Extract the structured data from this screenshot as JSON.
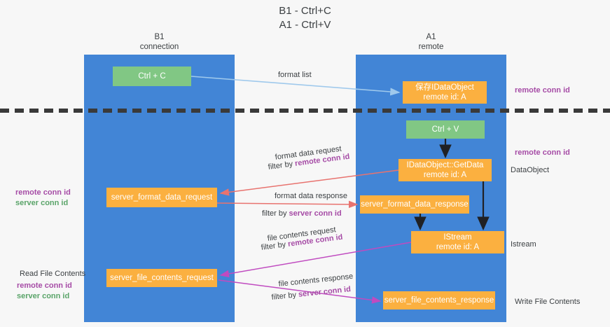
{
  "title": {
    "line1": "B1 - Ctrl+C",
    "line2": "A1 - Ctrl+V"
  },
  "columns": [
    {
      "name": "B1",
      "role": "connection"
    },
    {
      "name": "A1",
      "role": "remote"
    }
  ],
  "nodes": {
    "ctrl_c": {
      "label": "Ctrl + C",
      "color": "#81c784"
    },
    "save_idataobject": {
      "line1": "保存IDataObject",
      "line2": "remote id: A",
      "color": "#fbb040"
    },
    "ctrl_v": {
      "label": "Ctrl + V",
      "color": "#81c784"
    },
    "getdata": {
      "line1": "IDataObject::GetData",
      "line2": "remote id: A",
      "color": "#fbb040"
    },
    "server_format_data_request": {
      "label": "server_format_data_request",
      "color": "#fbb040"
    },
    "server_format_data_response": {
      "label": "server_format_data_response",
      "color": "#fbb040"
    },
    "istream": {
      "line1": "IStream",
      "line2": "remote id: A",
      "color": "#fbb040"
    },
    "server_file_contents_request": {
      "label": "server_file_contents_request",
      "color": "#fbb040"
    },
    "server_file_contents_response": {
      "label": "server_file_contents_response",
      "color": "#fbb040"
    }
  },
  "edge_labels": {
    "format_list": "format list",
    "format_data_request": "format data request",
    "format_data_request_filter_prefix": "filter by ",
    "format_data_request_filter_key": "remote conn id",
    "format_data_response": "format data response",
    "format_data_response_filter_prefix": "filter by ",
    "format_data_response_filter_key": "server conn id",
    "file_contents_request": "file contents request",
    "file_contents_request_filter_prefix": "filter by ",
    "file_contents_request_filter_key": "remote conn id",
    "file_contents_response": "file contents response",
    "file_contents_response_filter_prefix": "filter by ",
    "file_contents_response_filter_key": "server conn id"
  },
  "annotations": {
    "remote_conn_id_top": "remote conn id",
    "remote_conn_id_mid": "remote conn id",
    "dataobject": "DataObject",
    "istream": "Istream",
    "write_file_contents": "Write File Contents",
    "read_file_contents": "Read File Contents",
    "left_remote_conn_id_mid": "remote conn id",
    "left_server_conn_id_mid": "server conn id",
    "left_remote_conn_id_bot": "remote conn id",
    "left_server_conn_id_bot": "server conn id"
  },
  "colors": {
    "lane": "#4285d6",
    "green_node": "#81c784",
    "orange_node": "#fbb040",
    "purple_text": "#a64ca6",
    "green_text": "#5aa469",
    "blue_arrow": "#9fc9ec",
    "red_arrow": "#e8736f",
    "magenta_arrow": "#c04bc0",
    "black_arrow": "#202124",
    "divider": "#3a3a3a",
    "background": "#f7f7f7"
  }
}
